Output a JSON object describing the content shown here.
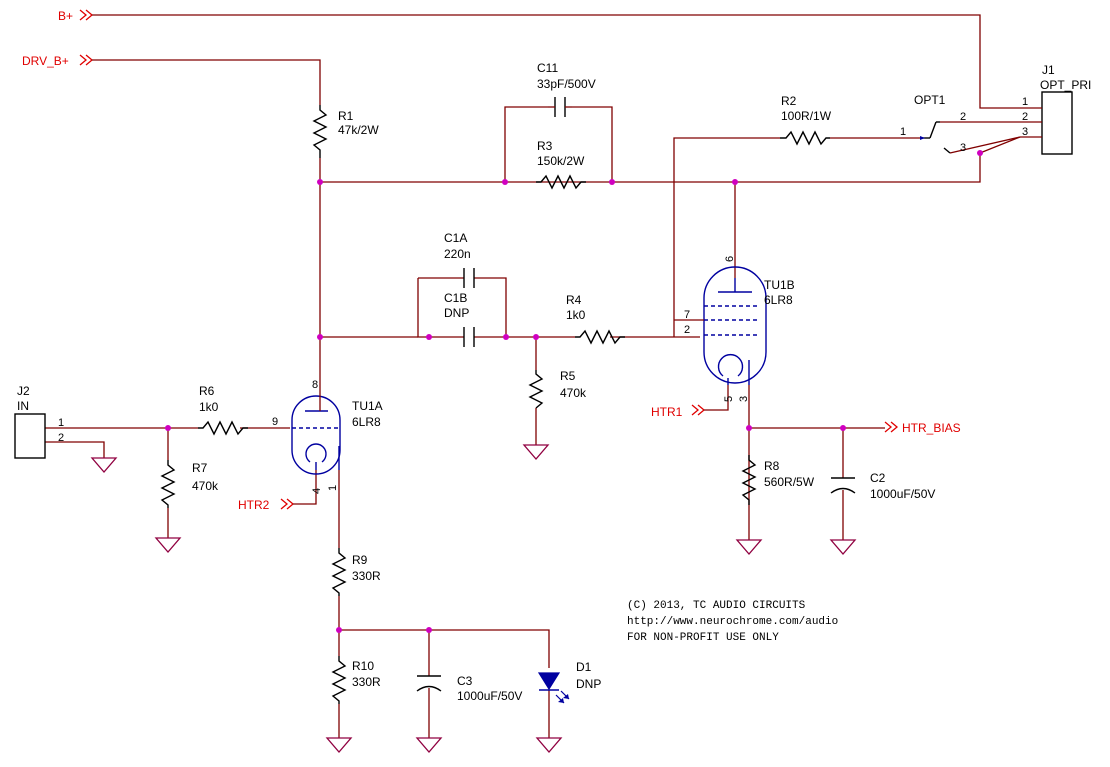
{
  "nets": {
    "b_plus": "B+",
    "drv_b_plus": "DRV_B+",
    "htr1": "HTR1",
    "htr2": "HTR2",
    "htr_bias": "HTR_BIAS"
  },
  "components": {
    "r1": {
      "ref": "R1",
      "value": "47k/2W"
    },
    "r2": {
      "ref": "R2",
      "value": "100R/1W"
    },
    "r3": {
      "ref": "R3",
      "value": "150k/2W"
    },
    "r4": {
      "ref": "R4",
      "value": "1k0"
    },
    "r5": {
      "ref": "R5",
      "value": "470k"
    },
    "r6": {
      "ref": "R6",
      "value": "1k0"
    },
    "r7": {
      "ref": "R7",
      "value": "470k"
    },
    "r8": {
      "ref": "R8",
      "value": "560R/5W"
    },
    "r9": {
      "ref": "R9",
      "value": "330R"
    },
    "r10": {
      "ref": "R10",
      "value": "330R"
    },
    "c11": {
      "ref": "C11",
      "value": "33pF/500V"
    },
    "c1a": {
      "ref": "C1A",
      "value": "220n"
    },
    "c1b": {
      "ref": "C1B",
      "value": "DNP"
    },
    "c2": {
      "ref": "C2",
      "value": "1000uF/50V"
    },
    "c3": {
      "ref": "C3",
      "value": "1000uF/50V"
    },
    "d1": {
      "ref": "D1",
      "value": "DNP"
    },
    "tu1a": {
      "ref": "TU1A",
      "value": "6LR8"
    },
    "tu1b": {
      "ref": "TU1B",
      "value": "6LR8"
    },
    "j1": {
      "ref": "J1",
      "value": "OPT_PRI"
    },
    "j2": {
      "ref": "J2",
      "value": "IN"
    },
    "opt1": {
      "ref": "OPT1"
    }
  },
  "pins": {
    "j1": [
      "1",
      "2",
      "3"
    ],
    "j2": [
      "1",
      "2"
    ],
    "opt1": [
      "1",
      "2",
      "3"
    ],
    "tu1a": {
      "plate": "8",
      "grid": "9",
      "heater": "4",
      "cathode": "1"
    },
    "tu1b": {
      "plate": "6",
      "screen": "7",
      "grid": "2",
      "heater": "5",
      "cathode": "3"
    }
  },
  "notes": {
    "copyright": "(C) 2013, TC AUDIO CIRCUITS",
    "url": "http://www.neurochrome.com/audio",
    "license": "FOR NON-PROFIT USE ONLY"
  },
  "colors": {
    "wire": "#800000",
    "component": "#000000",
    "tube": "#0000a0",
    "junction": "#d000c0",
    "net_label": "#e00000"
  }
}
